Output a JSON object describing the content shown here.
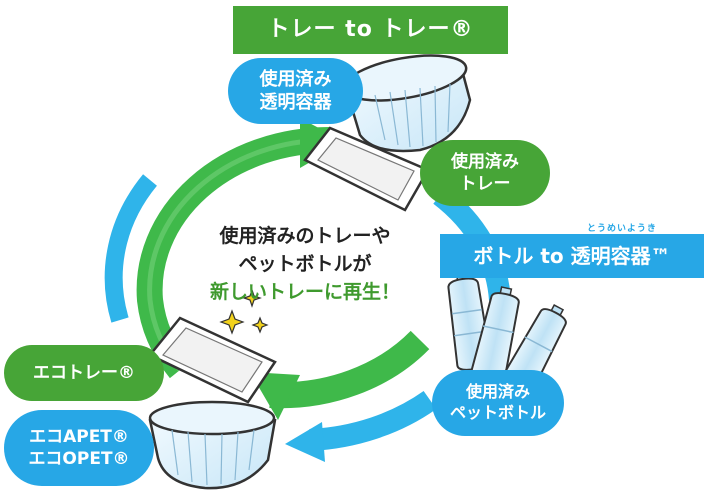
{
  "colors": {
    "green": "#47a537",
    "blue": "#27a7e6",
    "arrow_green": "#3fb94a",
    "arrow_blue": "#2fb4ea",
    "center_highlight": "#3f9a2e",
    "sparkle": "#f2d21c"
  },
  "labels": {
    "tray_to_tray": "トレー to トレー®",
    "used_transparent_container_line1": "使用済み",
    "used_transparent_container_line2": "透明容器",
    "used_tray_line1": "使用済み",
    "used_tray_line2": "トレー",
    "bottle_to_container": "ボトル to 透明容器™",
    "bottle_to_container_ruby": "とうめいようき",
    "used_pet_bottle_line1": "使用済み",
    "used_pet_bottle_line2": "ペットボトル",
    "eco_tray": "エコトレー®",
    "eco_apet": "エコAPET®",
    "eco_opet": "エコOPET®"
  },
  "center": {
    "line1": "使用済みのトレーや",
    "line2": "ペットボトルが",
    "line3": "新しいトレーに再生！"
  },
  "illustrations": {
    "top_bowl": "transparent-bowl",
    "top_tray": "white-tray",
    "bottles": "pet-bottles",
    "bottom_tray": "white-tray",
    "bottom_bowl": "transparent-bowl",
    "sparkles": "sparkle-icon"
  }
}
